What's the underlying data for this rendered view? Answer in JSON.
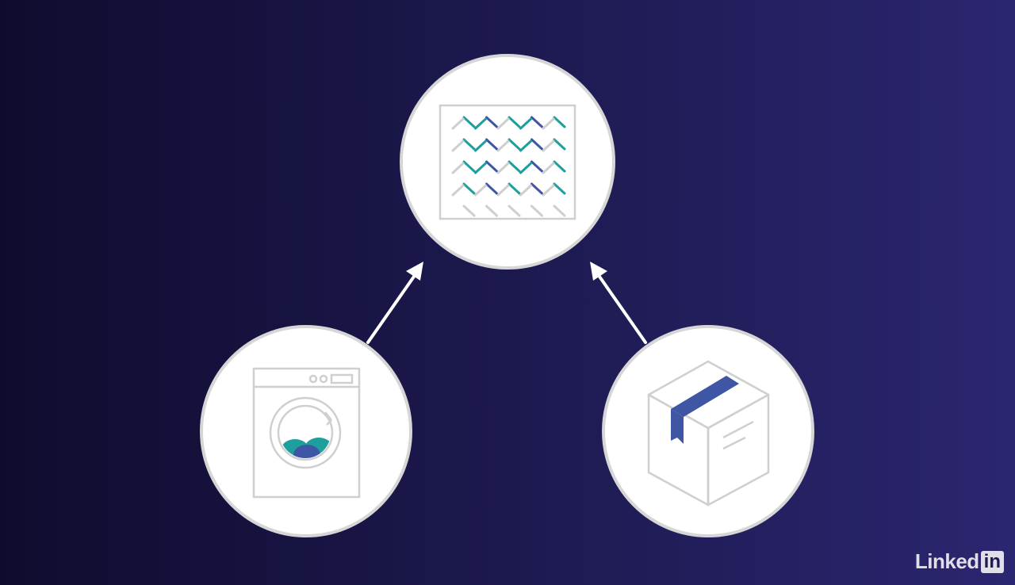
{
  "colors": {
    "background_left": "#0e0c2e",
    "background_right": "#2b2670",
    "circle_fill": "#ffffff",
    "circle_stroke": "#d6d6d6",
    "icon_line": "#c9c9c9",
    "teal": "#1f9e9e",
    "blue": "#3f56a5",
    "arrow": "#ffffff"
  },
  "nodes": [
    {
      "id": "fabric",
      "icon": "fabric-pattern-icon"
    },
    {
      "id": "washer",
      "icon": "washing-machine-icon"
    },
    {
      "id": "box",
      "icon": "shipping-box-icon"
    }
  ],
  "edges": [
    {
      "from": "washer",
      "to": "fabric"
    },
    {
      "from": "box",
      "to": "fabric"
    }
  ],
  "watermark": {
    "text": "Linked",
    "box_text": "in"
  }
}
